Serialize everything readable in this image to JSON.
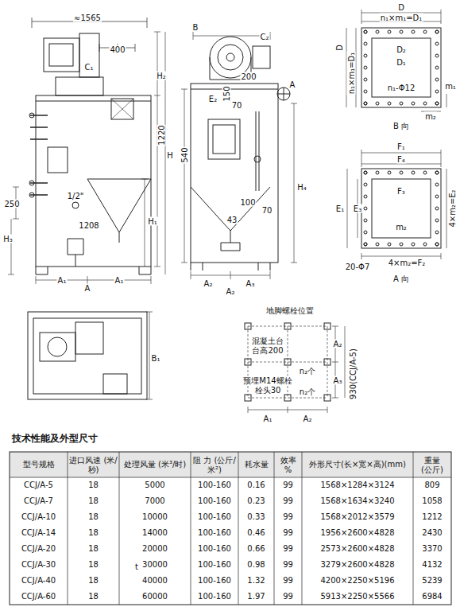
{
  "diagram": {
    "title": "技术性能及外型尺寸",
    "labels": [
      "≈1565",
      "400",
      "C₁",
      "H₂",
      "1220",
      "H",
      "250",
      "1/2\"",
      "1208",
      "H₁",
      "H₃",
      "A₁",
      "A₁",
      "A",
      "B",
      "C₂",
      "200",
      "E₂",
      "150",
      "70",
      "A",
      "540",
      "H₄",
      "100",
      "70",
      "43",
      "A₂",
      "A₃",
      "A₂",
      "D",
      "n₁×m₁=D₁",
      "D₂",
      "D₁",
      "D",
      "n₁×m₁=D₁",
      "m₁",
      "n₁-Φ12",
      "m₂",
      "B 向",
      "F₁",
      "F₄",
      "F₃",
      "E₁",
      "E₃",
      "4×m₂=E₂",
      "m₂",
      "20-Φ7",
      "4×m₂=F₂",
      "A 向",
      "B₁",
      "地脚螺栓位置",
      "混凝土台",
      "台高200",
      "n₂个",
      "预埋M14螺栓",
      "栓头30",
      "930(CCJ/A-5)",
      "A₂",
      "A₃",
      "n₂个",
      "A₁",
      "A₂",
      "t",
      "型号规格",
      "进口风速 (米/秒)",
      "处理风量 (米³/时)",
      "阻 力 (公斤/米²)",
      "耗水量",
      "效率 %",
      "外形尺寸(长×宽×高)(mm)",
      "重量 (公斤)",
      "CCJ/A-5",
      "18",
      "5000",
      "100-160",
      "0.16",
      "99",
      "1568×1284×3124",
      "809",
      "CCJ/A-7",
      "18",
      "7000",
      "100-160",
      "0.23",
      "99",
      "1568×1634×3240",
      "1058",
      "CCJ/A-10",
      "18",
      "10000",
      "100-160",
      "0.33",
      "99",
      "1568×2012×3579",
      "1212",
      "CCJ/A-14",
      "18",
      "14000",
      "100-160",
      "0.46",
      "99",
      "1956×2600×4828",
      "2430",
      "CCJ/A-20",
      "18",
      "20000",
      "100-160",
      "0.66",
      "99",
      "2573×2600×4828",
      "3370",
      "CCJ/A-30",
      "18",
      "30000",
      "100-160",
      "0.98",
      "99",
      "3279×2600×4828",
      "4132",
      "CCJ/A-40",
      "18",
      "40000",
      "100-160",
      "1.32",
      "99",
      "4200×2250×5196",
      "5239",
      "CCJ/A-60",
      "18",
      "60000",
      "100-160",
      "1.97",
      "99",
      "5913×2250×5566",
      "6984"
    ]
  }
}
